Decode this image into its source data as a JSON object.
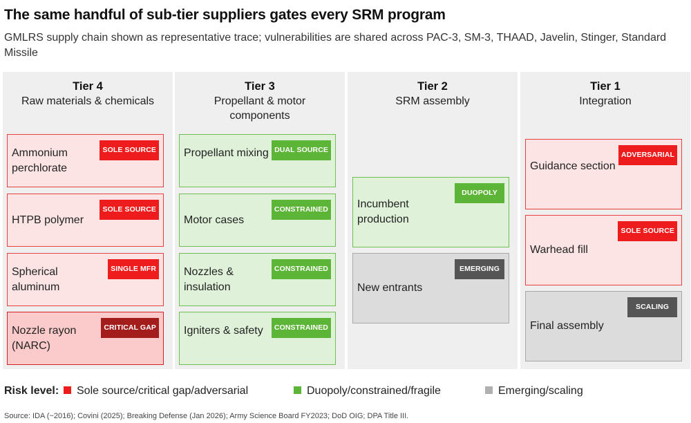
{
  "title": "The same handful of sub-tier suppliers gates every SRM program",
  "subtitle": "GMLRS supply chain shown as representative trace; vulnerabilities are shared across PAC-3, SM-3, THAAD, Javelin, Stinger, Standard Missile",
  "colors": {
    "red": "#ee1c1c",
    "dark_red": "#a31d1d",
    "green": "#5cb536",
    "gray": "#555555",
    "legend_gray": "#b0b0b0"
  },
  "columns": [
    {
      "tier": "Tier 4",
      "name": "Raw materials & chemicals",
      "cards": [
        {
          "label": "Ammonium perchlorate",
          "badge": "SOLE SOURCE",
          "style": "red"
        },
        {
          "label": "HTPB polymer",
          "badge": "SOLE SOURCE",
          "style": "red"
        },
        {
          "label": "Spherical aluminum",
          "badge": "SINGLE MFR",
          "style": "red"
        },
        {
          "label": "Nozzle rayon (NARC)",
          "badge": "CRITICAL GAP",
          "style": "redgap"
        }
      ]
    },
    {
      "tier": "Tier 3",
      "name": "Propellant & motor components",
      "cards": [
        {
          "label": "Propellant mixing",
          "badge": "DUAL SOURCE",
          "style": "green"
        },
        {
          "label": "Motor cases",
          "badge": "CONSTRAINED",
          "style": "green"
        },
        {
          "label": "Nozzles & insulation",
          "badge": "CONSTRAINED",
          "style": "green"
        },
        {
          "label": "Igniters & safety",
          "badge": "CONSTRAINED",
          "style": "green"
        }
      ]
    },
    {
      "tier": "Tier 2",
      "name": "SRM assembly",
      "cards": [
        {
          "label": "Incumbent production",
          "badge": "DUOPOLY",
          "style": "green"
        },
        {
          "label": "New entrants",
          "badge": "EMERGING",
          "style": "gray"
        }
      ]
    },
    {
      "tier": "Tier 1",
      "name": "Integration",
      "cards": [
        {
          "label": "Guidance section",
          "badge": "ADVERSARIAL",
          "style": "red"
        },
        {
          "label": "Warhead fill",
          "badge": "SOLE SOURCE",
          "style": "red"
        },
        {
          "label": "Final assembly",
          "badge": "SCALING",
          "style": "gray"
        }
      ]
    }
  ],
  "legend": {
    "title": "Risk level:",
    "items": [
      {
        "label": "Sole source/critical gap/adversarial",
        "color": "#ee1c1c"
      },
      {
        "label": "Duopoly/constrained/fragile",
        "color": "#5cb536"
      },
      {
        "label": "Emerging/scaling",
        "color": "#b0b0b0"
      }
    ]
  },
  "source": "Source: IDA (~2016); Covini (2025); Breaking Defense (Jan 2026); Army Science Board FY2023; DoD OIG; DPA Title III."
}
